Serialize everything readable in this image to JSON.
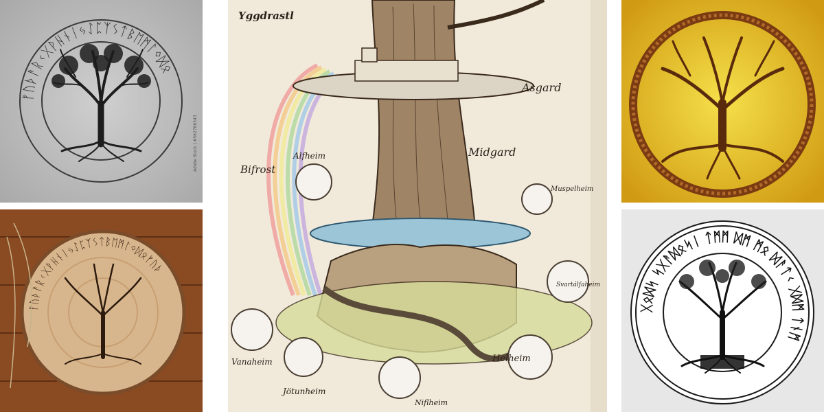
{
  "collage": {
    "panels": [
      {
        "id": "stone-rune-tree",
        "background": "#bdbdbd"
      },
      {
        "id": "wood-slice-tree",
        "background": "#8a4a22"
      },
      {
        "id": "yggdrasil-sketch",
        "background": "#f1eadb"
      },
      {
        "id": "golden-serpent-tree",
        "background": "#e6b91d"
      },
      {
        "id": "white-rune-sticker",
        "background": "#e7e7e7"
      }
    ]
  },
  "sketch": {
    "title": "Yggdrastl",
    "realms": {
      "asgard": "Asgard",
      "midgard": "Midgard",
      "bifrost": "Bifrost",
      "alfheim": "Alfheim",
      "muspelheim": "Muspelheim",
      "svartalfaheim": "Svartálfaheim",
      "vanaheim": "Vanaheim",
      "jotunheim": "Jötunheim",
      "helheim": "Helheim",
      "niflheim": "Niflheim"
    }
  },
  "stone_panel": {
    "rune_ring": "ᚠᚢᚦᚨᚱᚲᚷᚹᚺᚾᛁᛃᛇᛈᛉᛊᛏᛒᛖᛗᛚᛜᛞᛟ",
    "watermark": "Adobe Stock | #562786543"
  },
  "wood_panel": {
    "rune_ring": "ᚠᚢᚦᚨᚱᚲᚷᚹᚺᚾᛁᛃᛇᛈᛉᛊᛏᛒᛖᛗᛚᛜᛞᛟᚠᚢᚦ"
  },
  "sticker_panel": {
    "rune_ring": "ᚷᛟᛞᛋ ᛋᚷᚨᛞᛟᛋᛁ ᛏᛗᛗ ᛞᛗ ᛗᛟ ᛞᚨᛏᚲ ᚷᛞᛗ ᛏᚾᛗ"
  },
  "colors": {
    "ink": "#1a1410",
    "gold": "#e6b91d",
    "wood": "#8a4a22",
    "stone": "#bdbdbd",
    "paper": "#f1eadb"
  }
}
